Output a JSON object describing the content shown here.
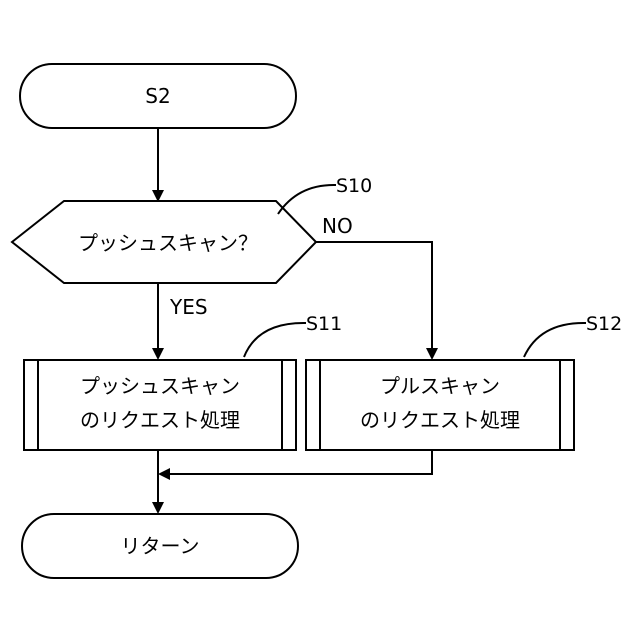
{
  "nodes": {
    "start": "S2",
    "decision": "プッシュスキャン？",
    "push_process": [
      "プッシュスキャン",
      "のリクエスト処理"
    ],
    "pull_process": [
      "プルスキャン",
      "のリクエスト処理"
    ],
    "end": "リターン"
  },
  "edges": {
    "yes": "YES",
    "no": "NO"
  },
  "step_labels": {
    "decision": "S10",
    "push": "S11",
    "pull": "S12"
  }
}
